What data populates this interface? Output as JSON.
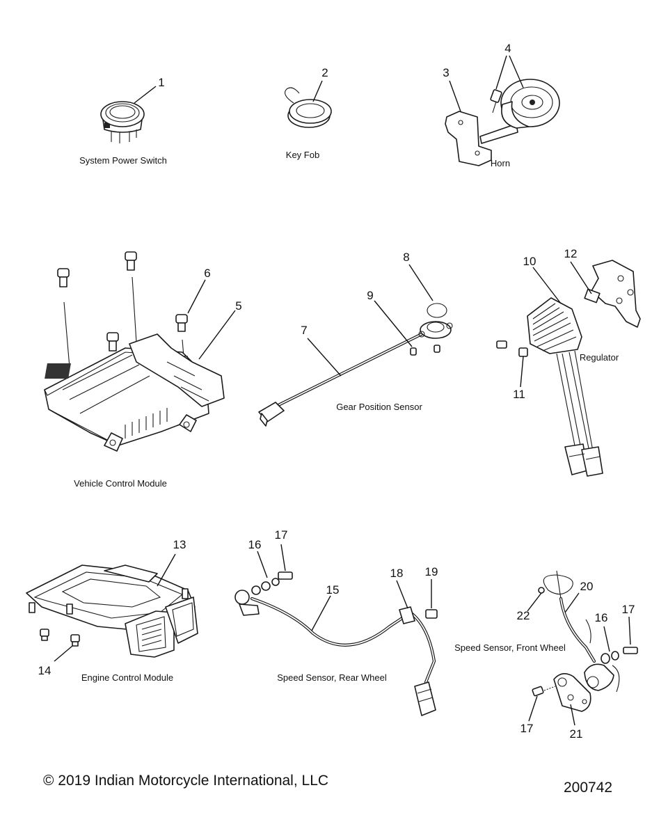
{
  "captions": {
    "system_power_switch": "System Power Switch",
    "key_fob": "Key Fob",
    "horn": "Horn",
    "vehicle_control_module": "Vehicle Control Module",
    "gear_position_sensor": "Gear Position Sensor",
    "regulator": "Regulator",
    "engine_control_module": "Engine Control Module",
    "speed_sensor_rear": "Speed Sensor, Rear Wheel",
    "speed_sensor_front": "Speed Sensor, Front Wheel"
  },
  "callouts": {
    "c1": "1",
    "c2": "2",
    "c3": "3",
    "c4": "4",
    "c5": "5",
    "c6": "6",
    "c7": "7",
    "c8": "8",
    "c9": "9",
    "c10": "10",
    "c11": "11",
    "c12": "12",
    "c13": "13",
    "c14": "14",
    "c15": "15",
    "c16a": "16",
    "c17a": "17",
    "c18": "18",
    "c19": "19",
    "c20": "20",
    "c22": "22",
    "c16b": "16",
    "c17b": "17",
    "c17c": "17",
    "c21": "21"
  },
  "footer": {
    "copyright": "© 2019 Indian Motorcycle International, LLC",
    "drawing_number": "200742"
  }
}
